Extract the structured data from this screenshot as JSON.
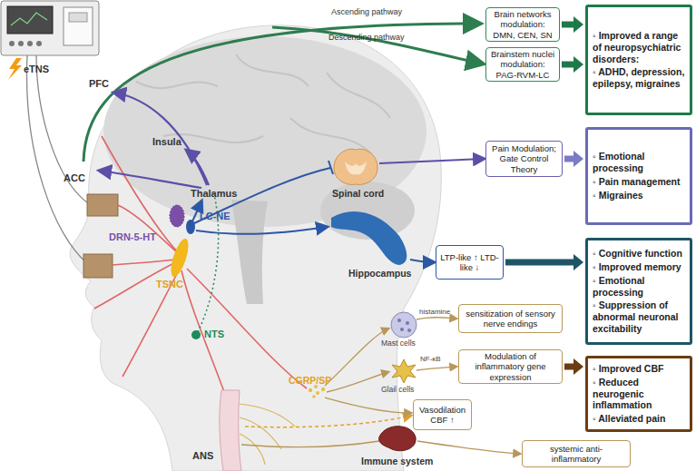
{
  "diagram": {
    "nodes": [
      {
        "text": [
          "Brain networks modulation: DMN, CEN, SN"
        ]
      },
      {
        "text": [
          "Brainstem nuclei modulation: PAG-RVM-LC"
        ]
      },
      {
        "text": [
          "◦ Improved a range of neuropsychiatric disorders:",
          "◦ ADHD, depression, epilepsy, migraines"
        ]
      },
      {
        "text": [
          "Pain Modulation; Gate Control Theory"
        ]
      },
      {
        "text": [
          "◦ Emotional processing",
          "◦ Pain management",
          "◦ Migraines"
        ]
      },
      {
        "text": [
          "LTP-like ↑ LTD-like ↓"
        ]
      },
      {
        "text": [
          "◦ Cognitive function",
          "◦ Improved memory",
          "◦ Emotional processing",
          "◦ Suppression of abnormal neuronal excitability"
        ]
      },
      {
        "text": [
          "sensitization of sensory nerve endings"
        ]
      },
      {
        "text": [
          "Modulation of inflammatory gene expression"
        ]
      },
      {
        "text": [
          "◦ Improved CBF",
          "◦ Reduced neurogenic inflammation",
          "◦ Alleviated pain"
        ]
      },
      {
        "text": [
          "Vasodilation CBF ↑"
        ]
      },
      {
        "text": [
          "systemic anti-inflammatory"
        ]
      }
    ],
    "edges": [
      {
        "from": 0,
        "to": 2,
        "arrow": "to"
      },
      {
        "from": 1,
        "to": 2,
        "arrow": "to"
      },
      {
        "from": 3,
        "to": 4,
        "arrow": "to"
      },
      {
        "from": 5,
        "to": 6,
        "arrow": "to"
      },
      {
        "from": 8,
        "to": 9,
        "arrow": "to"
      }
    ],
    "labels": [
      "eTNS",
      "Ascending pathway",
      "Descending pathway",
      "PFC",
      "Insula",
      "ACC",
      "Thalamus",
      "DRN-5-HT",
      "LC-NE",
      "TSNC",
      "NTS",
      "Spinal cord",
      "Hippocampus",
      "histamine",
      "Mast cells",
      "NF-κB",
      "Glail cells",
      "CGRP/SP",
      "ANS",
      "Immune system"
    ]
  }
}
